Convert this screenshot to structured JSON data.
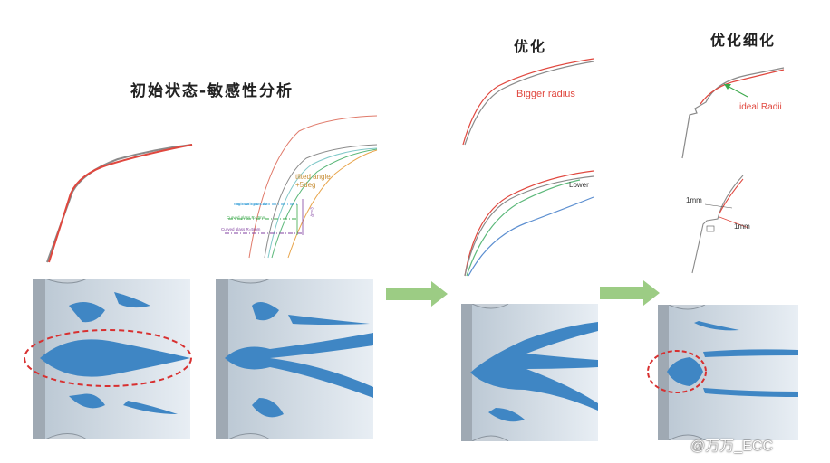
{
  "titles": {
    "initial": "初始状态-敏感性分析",
    "optimized": "优化",
    "refined": "优化细化"
  },
  "labels": {
    "tilted_angle": "tilted angle\n+5deg",
    "bigger_radius": "Bigger radius",
    "lower": "Lower",
    "ideal_radii": "ideal Radii",
    "dim_1mm_a": "1mm",
    "dim_1mm_b": "1mm",
    "small_a": "engineering section",
    "small_b": "Curved glass R=3mm",
    "small_c": "Curved glass R=5mm",
    "small_d": "Δy=3"
  },
  "watermark": "@万万_ECC",
  "colors": {
    "accent_red": "#e0473e",
    "arrow_green": "#9ccc84",
    "flow_blue": "#3f86c4",
    "curve_grey": "#8a8a8a",
    "curve_green": "#5cb87a",
    "curve_teal": "#7fc8c8",
    "curve_orange": "#e8a54c",
    "curve_blue": "#5b8ed0",
    "annotation_orange": "#c8913b",
    "dim_blue": "#3aa0d8",
    "dim_green": "#3aa84a",
    "dim_purple": "#8040a0",
    "ellipse_red": "#d83030"
  }
}
